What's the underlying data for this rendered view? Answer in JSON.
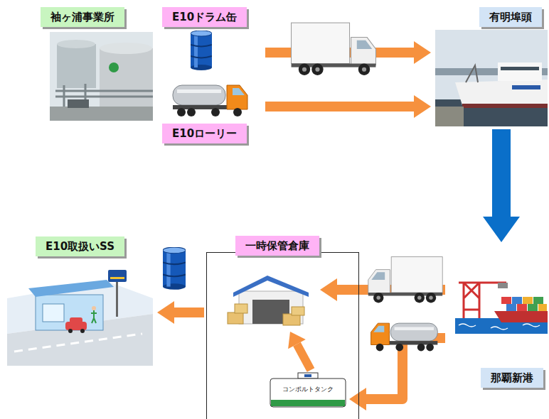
{
  "diagram": {
    "nodes": [
      {
        "text": [
          "袖ヶ浦事業所"
        ]
      },
      {
        "text": [
          "E10ドラム缶"
        ]
      },
      {
        "text": [
          "E10ローリー"
        ]
      },
      {
        "text": [
          "有明埠頭"
        ]
      },
      {
        "text": [
          "那覇新港"
        ]
      },
      {
        "text": [
          "一時保管倉庫"
        ]
      },
      {
        "text": [
          "コンポルトタンク"
        ],
        "in": 5
      },
      {
        "text": [
          "E10取扱いSS"
        ]
      }
    ],
    "edges": [
      {
        "from": 1,
        "to": 3,
        "arrow": "to"
      },
      {
        "from": 2,
        "to": 3,
        "arrow": "to"
      },
      {
        "from": 3,
        "to": 4,
        "arrow": "to"
      },
      {
        "from": 4,
        "to": 5,
        "arrow": "to"
      },
      {
        "from": 4,
        "to": 6,
        "arrow": "to"
      },
      {
        "from": 6,
        "to": 5,
        "arrow": "to"
      },
      {
        "from": 5,
        "to": 7,
        "arrow": "to"
      }
    ]
  }
}
